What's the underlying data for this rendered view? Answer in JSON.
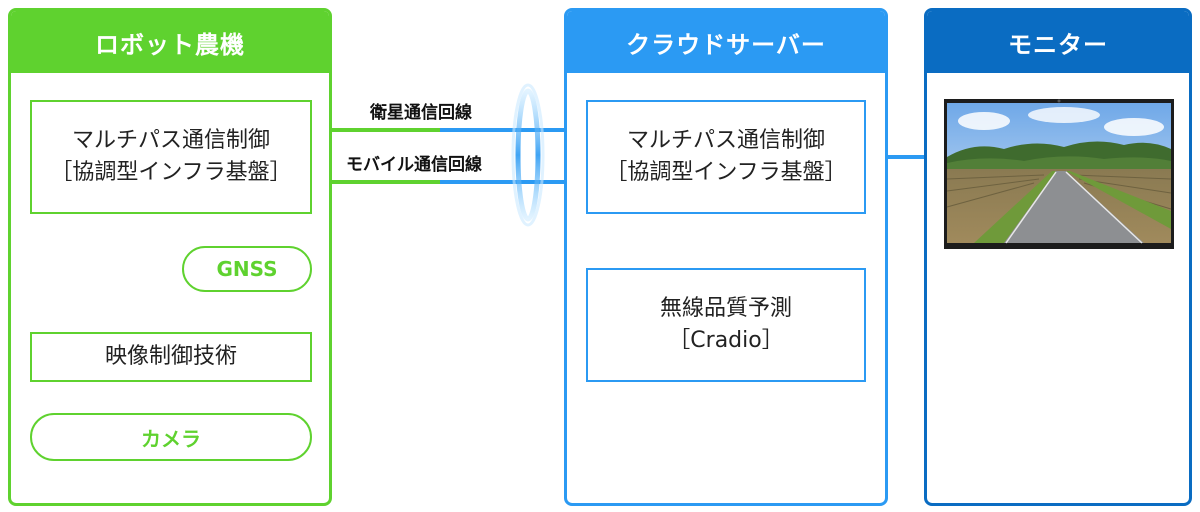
{
  "colors": {
    "robot": "#5fd22f",
    "cloud": "#2b9af3",
    "monitor": "#0a6cc2",
    "text": "#222222"
  },
  "robot_panel": {
    "title": "ロボット農機",
    "comm_box": {
      "line1": "マルチパス通信制御",
      "line2": "［協調型インフラ基盤］"
    },
    "gnss_label": "GNSS",
    "video_box_label": "映像制御技術",
    "camera_label": "カメラ"
  },
  "links": {
    "satellite_label": "衛星通信回線",
    "mobile_label": "モバイル通信回線"
  },
  "cloud_panel": {
    "title": "クラウドサーバー",
    "comm_box": {
      "line1": "マルチパス通信制御",
      "line2": "［協調型インフラ基盤］"
    },
    "prediction_box": {
      "line1": "無線品質予測",
      "line2": "［Cradio］"
    }
  },
  "monitor_panel": {
    "title": "モニター",
    "screen_image": "rural-road-camera-view"
  }
}
